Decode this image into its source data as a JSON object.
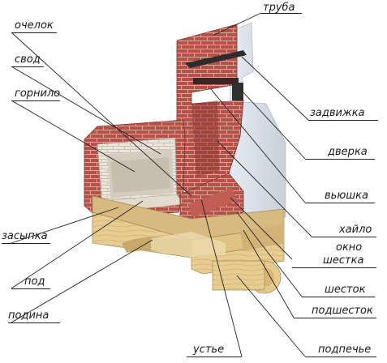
{
  "labels": {
    "truba": "труба",
    "ochelok": "очелок",
    "svod": "свод",
    "gornilo": "горнило",
    "zadvizhka": "задвижка",
    "dverka": "дверка",
    "vyushka": "вьюшка",
    "khailo": "хайло",
    "okno": "окно",
    "shestka": "шестка",
    "zasypka": "засыпка",
    "pod": "под",
    "shestok": "шесток",
    "podina": "подина",
    "podshestok": "подшесток",
    "ustie": "устье",
    "podpeche": "подпечье"
  },
  "colors": {
    "brick": "#b8544a",
    "mortar": "#d9a79b",
    "insulation": "#d5dde6",
    "timber": "#e6c98e",
    "firebrick": "#e9e4da"
  }
}
